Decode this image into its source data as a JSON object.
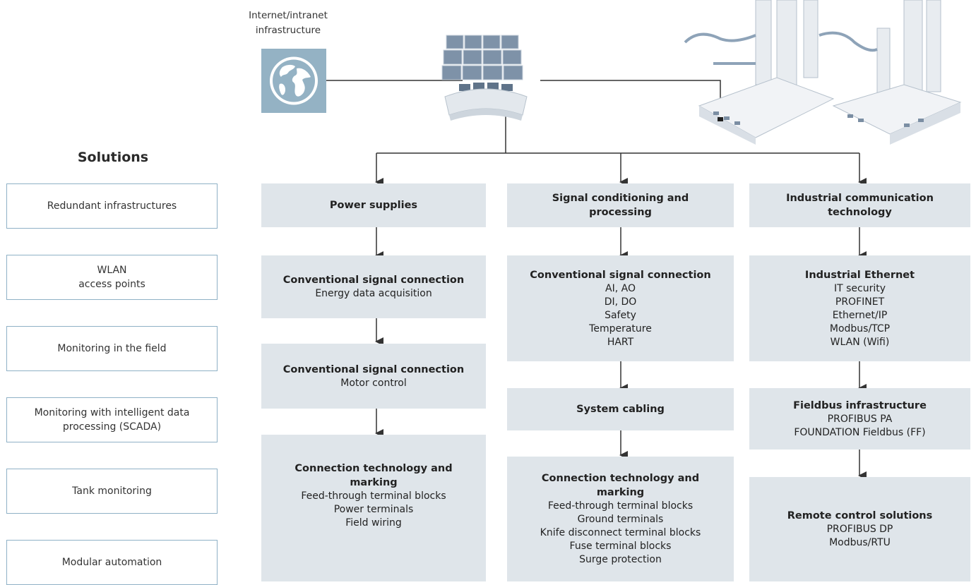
{
  "header": {
    "internet_label": "Internet/intranet\ninfrastructure",
    "globe_icon": "globe-icon",
    "control_room_icon": "control-room-icon",
    "plant_icon": "industrial-plant-icon"
  },
  "solutions": {
    "title": "Solutions",
    "items": [
      "Redundant infrastructures",
      "WLAN\naccess points",
      "Monitoring in the field",
      "Monitoring with intelligent data\nprocessing (SCADA)",
      "Tank monitoring",
      "Modular automation"
    ]
  },
  "columns": [
    {
      "blocks": [
        {
          "title": "Power supplies",
          "lines": []
        },
        {
          "title": "Conventional signal connection",
          "lines": [
            "Energy data acquisition"
          ]
        },
        {
          "title": "Conventional signal connection",
          "lines": [
            "Motor control"
          ]
        },
        {
          "title": "Connection technology and marking",
          "lines": [
            "Feed-through terminal blocks",
            "Power terminals",
            "Field wiring"
          ]
        }
      ]
    },
    {
      "blocks": [
        {
          "title": "Signal conditioning and processing",
          "lines": []
        },
        {
          "title": "Conventional signal connection",
          "lines": [
            "AI, AO",
            "DI, DO",
            "Safety",
            "Temperature",
            "HART"
          ]
        },
        {
          "title": "System cabling",
          "lines": []
        },
        {
          "title": "Connection technology and marking",
          "lines": [
            "Feed-through terminal blocks",
            "Ground terminals",
            "Knife disconnect terminal blocks",
            "Fuse terminal blocks",
            "Surge protection"
          ]
        }
      ]
    },
    {
      "blocks": [
        {
          "title": "Industrial communication technology",
          "lines": []
        },
        {
          "title": "Industrial Ethernet",
          "lines": [
            "IT security",
            "PROFINET",
            "Ethernet/IP",
            "Modbus/TCP",
            "WLAN (Wifi)"
          ]
        },
        {
          "title": "Fieldbus infrastructure",
          "lines": [
            "PROFIBUS PA",
            "FOUNDATION Fieldbus (FF)"
          ]
        },
        {
          "title": "Remote control solutions",
          "lines": [
            "PROFIBUS DP",
            "Modbus/RTU"
          ]
        }
      ]
    }
  ],
  "colors": {
    "block_fill": "#dfe5ea",
    "solution_border": "#8fb1c6",
    "globe_bg": "#94b2c4",
    "line": "#333333"
  }
}
